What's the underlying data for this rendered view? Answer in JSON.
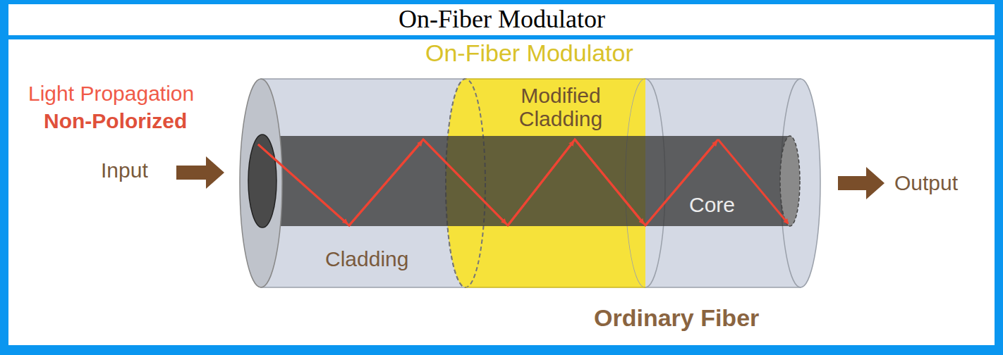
{
  "diagram": {
    "title": "On-Fiber Modulator",
    "nodes": [
      {
        "text": [
          "Cladding"
        ]
      },
      {
        "text": [
          "Modified Cladding"
        ]
      },
      {
        "text": [
          "Core"
        ]
      }
    ],
    "labels": [
      "On-Fiber Modulator",
      "Light Propagation",
      "Non-Polorized",
      "Input",
      "Output",
      "Ordinary Fiber"
    ]
  }
}
